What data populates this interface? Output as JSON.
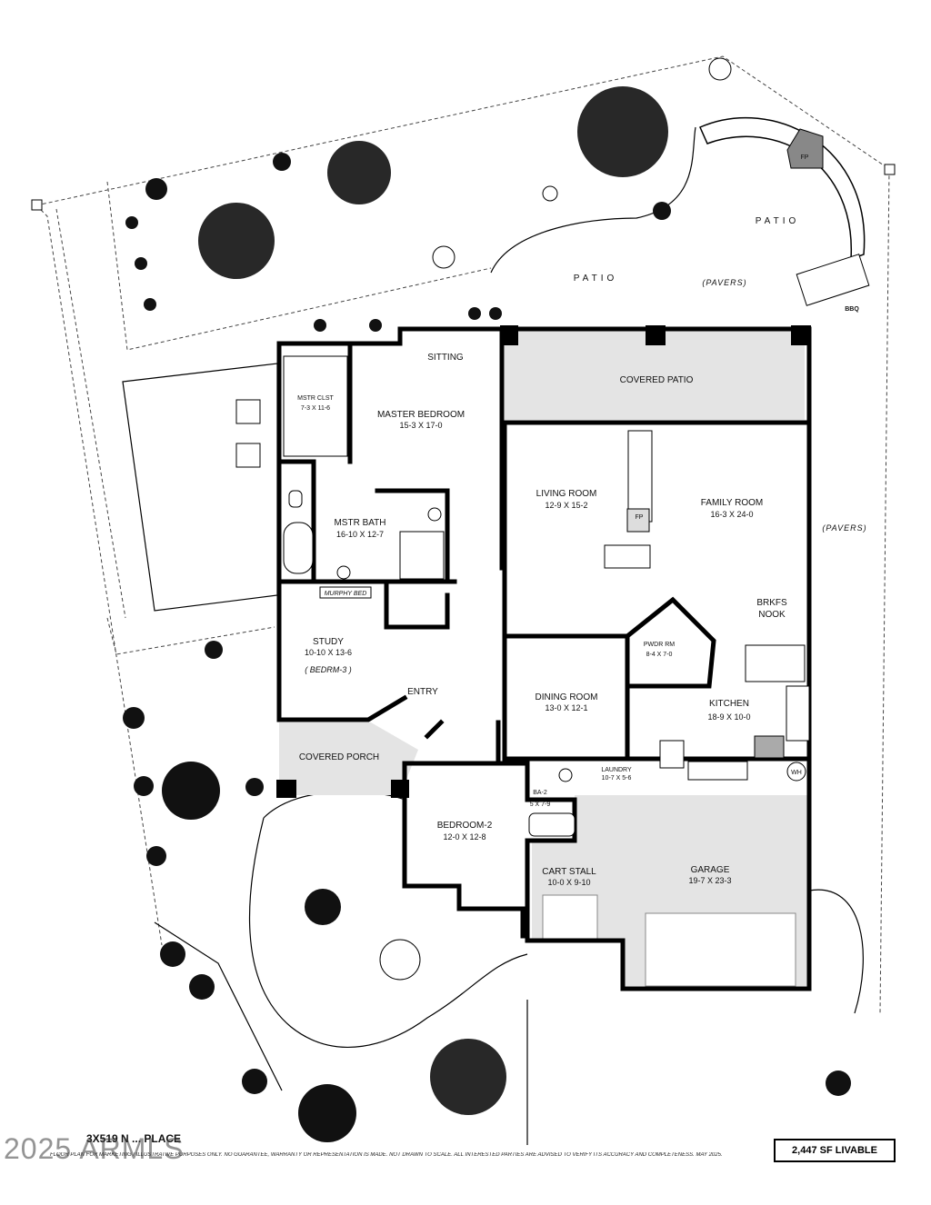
{
  "outdoor": {
    "patio_left": "PATIO",
    "patio_right": "PATIO",
    "pavers_top": "(PAVERS)",
    "pavers_side": "(PAVERS)",
    "fp_outdoor": "FP",
    "bbq": "BBQ"
  },
  "rooms": {
    "covered_patio": "COVERED PATIO",
    "sitting": "SITTING",
    "master_bedroom": {
      "name": "MASTER BEDROOM",
      "dim": "15-3 X 17-0"
    },
    "master_closet": {
      "name": "MSTR CLST",
      "dim": "7-3 X 11-6"
    },
    "master_bath": {
      "name": "MSTR BATH",
      "dim": "16-10 X 12-7"
    },
    "living_room": {
      "name": "LIVING ROOM",
      "dim": "12-9 X 15-2"
    },
    "family_room": {
      "name": "FAMILY ROOM",
      "dim": "16-3 X 24-0"
    },
    "fireplace": "FP",
    "breakfast_nook": {
      "line1": "BRKFS",
      "line2": "NOOK"
    },
    "murphy_bed": "MURPHY BED",
    "study": {
      "name": "STUDY",
      "dim": "10-10 X 13-6",
      "note": "( BEDRM-3 )"
    },
    "powder_room": {
      "name": "PWDR RM",
      "dim": "8-4 X 7-0"
    },
    "entry": "ENTRY",
    "dining_room": {
      "name": "DINING ROOM",
      "dim": "13-0 X 12-1"
    },
    "kitchen": {
      "name": "KITCHEN",
      "dim": "18-9 X 10-0"
    },
    "covered_porch": "COVERED PORCH",
    "laundry": {
      "name": "LAUNDRY",
      "dim": "10-7 X 5-6"
    },
    "wh": "WH",
    "bath2": {
      "name": "BA-2",
      "dim": "5 X 7-9"
    },
    "bedroom2": {
      "name": "BEDROOM-2",
      "dim": "12-0 X 12-8"
    },
    "cart_stall": {
      "name": "CART STALL",
      "dim": "10-0 X 9-10"
    },
    "garage": {
      "name": "GARAGE",
      "dim": "19-7 X 23-3"
    }
  },
  "footer": {
    "address": "3X519 N ... PLACE",
    "disclaimer": "FLOOR PLAN FOR MARKETING / ILLUSTRATIVE PURPOSES ONLY. NO GUARANTEE, WARRANTY OR REPRESENTATION IS MADE. NOT DRAWN TO SCALE. ALL INTERESTED PARTIES ARE ADVISED TO VERIFY ITS ACCURACY AND COMPLETENESS. MAY 2025.",
    "watermark": "2025 ARMLS",
    "livable": "2,447 SF LIVABLE"
  }
}
